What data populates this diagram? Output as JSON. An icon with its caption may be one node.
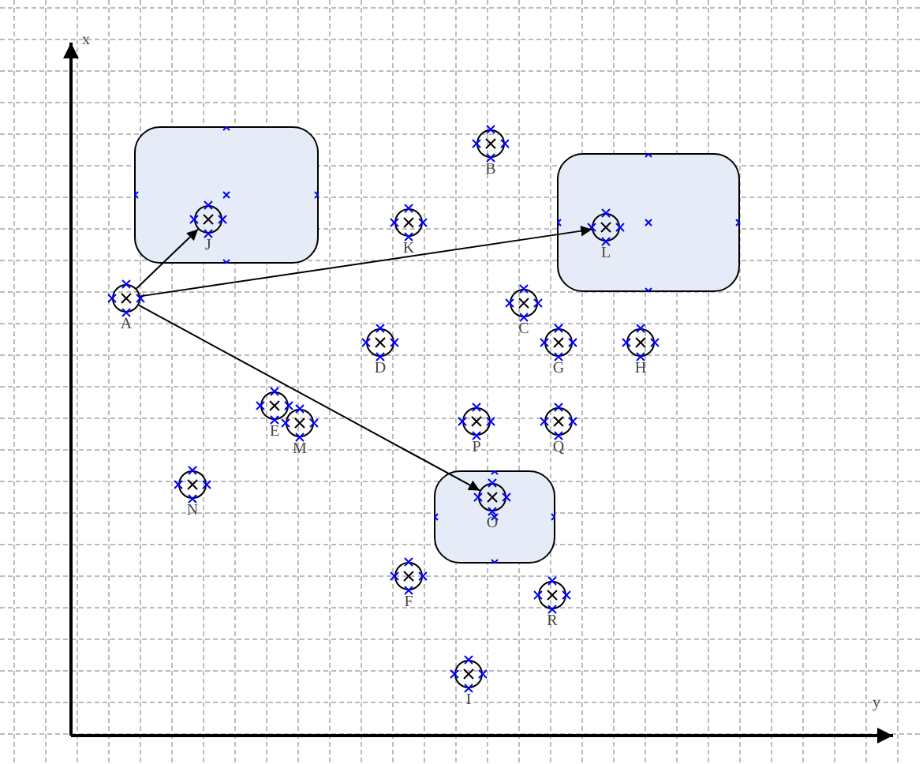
{
  "diagram": {
    "nodes": [
      {
        "text": [],
        "shape": "box"
      },
      {
        "text": [],
        "shape": "circle",
        "in": 0,
        "beside": [
          "J"
        ]
      },
      {
        "text": [],
        "shape": "circle",
        "beside": [
          "B"
        ]
      },
      {
        "text": [],
        "shape": "circle",
        "beside": [
          "K"
        ]
      },
      {
        "text": [],
        "shape": "box"
      },
      {
        "text": [],
        "shape": "circle",
        "in": 4,
        "beside": [
          "L"
        ]
      },
      {
        "text": [],
        "shape": "circle",
        "beside": [
          "A"
        ]
      },
      {
        "text": [],
        "shape": "circle",
        "beside": [
          "C"
        ]
      },
      {
        "text": [],
        "shape": "circle",
        "beside": [
          "D"
        ]
      },
      {
        "text": [],
        "shape": "circle",
        "beside": [
          "G"
        ]
      },
      {
        "text": [],
        "shape": "circle",
        "beside": [
          "H"
        ]
      },
      {
        "text": [],
        "shape": "circle",
        "beside": [
          "E"
        ]
      },
      {
        "text": [],
        "shape": "circle",
        "beside": [
          "P"
        ]
      },
      {
        "text": [],
        "shape": "circle",
        "beside": [
          "Q"
        ]
      },
      {
        "text": [],
        "shape": "circle",
        "beside": [
          "M"
        ]
      },
      {
        "text": [],
        "shape": "circle",
        "beside": [
          "N"
        ]
      },
      {
        "text": [],
        "shape": "box"
      },
      {
        "text": [],
        "shape": "circle",
        "in": 16,
        "beside": [
          "O"
        ]
      },
      {
        "text": [],
        "shape": "circle",
        "beside": [
          "F"
        ]
      },
      {
        "text": [],
        "shape": "circle",
        "beside": [
          "R"
        ]
      },
      {
        "text": [],
        "shape": "circle",
        "beside": [
          "I"
        ]
      }
    ],
    "edges": [
      {
        "from": 6,
        "to": 1,
        "arrow": "to"
      },
      {
        "from": 6,
        "to": 5,
        "arrow": "to"
      },
      {
        "from": 6,
        "to": 17,
        "arrow": "to"
      }
    ],
    "labels": [
      "x",
      "y"
    ]
  }
}
